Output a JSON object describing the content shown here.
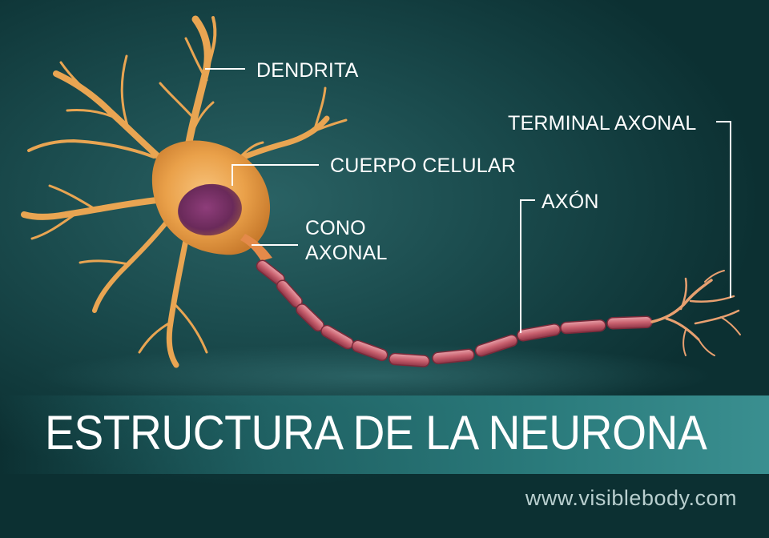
{
  "diagram": {
    "labels": {
      "dendrita": "DENDRITA",
      "cuerpo_celular": "CUERPO CELULAR",
      "cono_line1": "CONO",
      "cono_line2": "AXONAL",
      "axon": "AXÓN",
      "terminal_axonal": "TERMINAL AXONAL"
    },
    "title": "ESTRUCTURA DE LA NEURONA",
    "website": "www.visiblebody.com"
  },
  "colors": {
    "background": "#1b4c4e",
    "cell_body": "#e8a040",
    "nucleus": "#6a2a5a",
    "axon": "#c06070",
    "title_band": "#2a7a7b",
    "label_text": "#ffffff"
  }
}
